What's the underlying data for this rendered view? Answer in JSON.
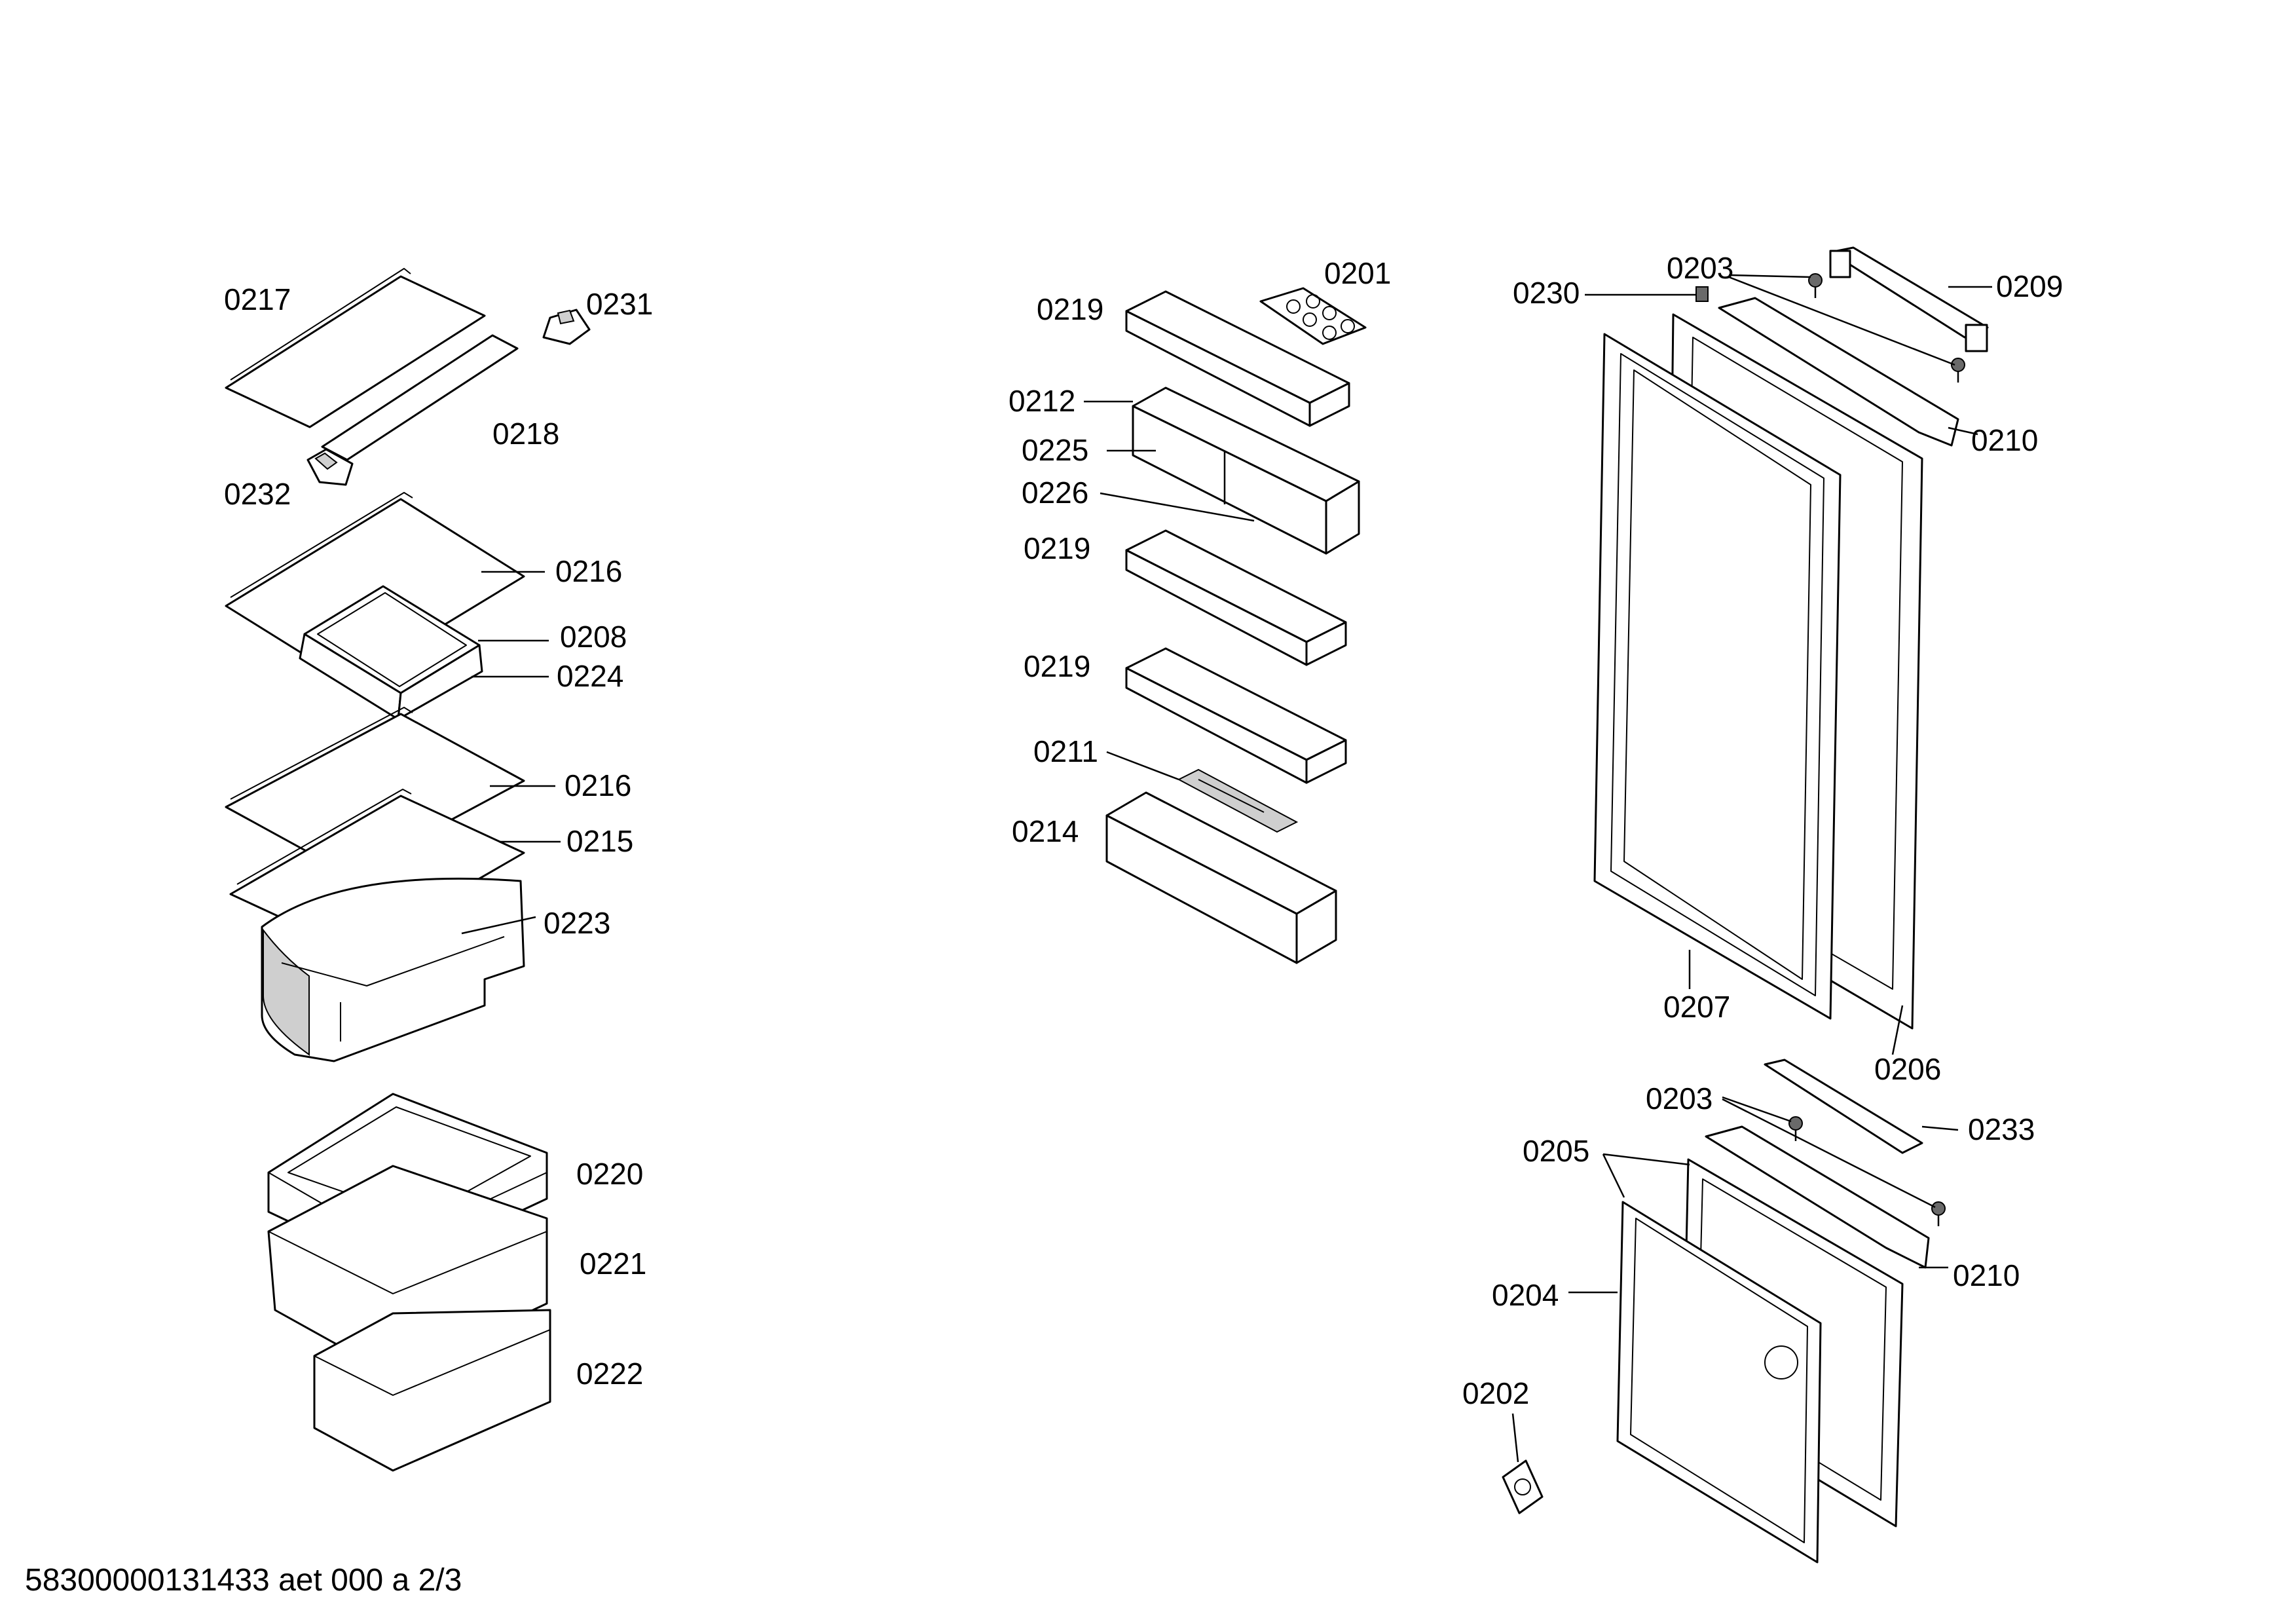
{
  "labels": {
    "p0217": "0217",
    "p0231": "0231",
    "p0218": "0218",
    "p0232": "0232",
    "p0216a": "0216",
    "p0208": "0208",
    "p0224": "0224",
    "p0216b": "0216",
    "p0215": "0215",
    "p0223": "0223",
    "p0220": "0220",
    "p0221": "0221",
    "p0222": "0222",
    "p0201": "0201",
    "p0219a": "0219",
    "p0212": "0212",
    "p0225": "0225",
    "p0226": "0226",
    "p0219b": "0219",
    "p0219c": "0219",
    "p0211": "0211",
    "p0214": "0214",
    "p0230": "0230",
    "p0203a": "0203",
    "p0209": "0209",
    "p0210a": "0210",
    "p0207": "0207",
    "p0206": "0206",
    "p0203b": "0203",
    "p0233": "0233",
    "p0205": "0205",
    "p0210b": "0210",
    "p0204": "0204",
    "p0202": "0202"
  },
  "footer": {
    "doc_id": "58300000131433 aet 000 a 2/3"
  }
}
